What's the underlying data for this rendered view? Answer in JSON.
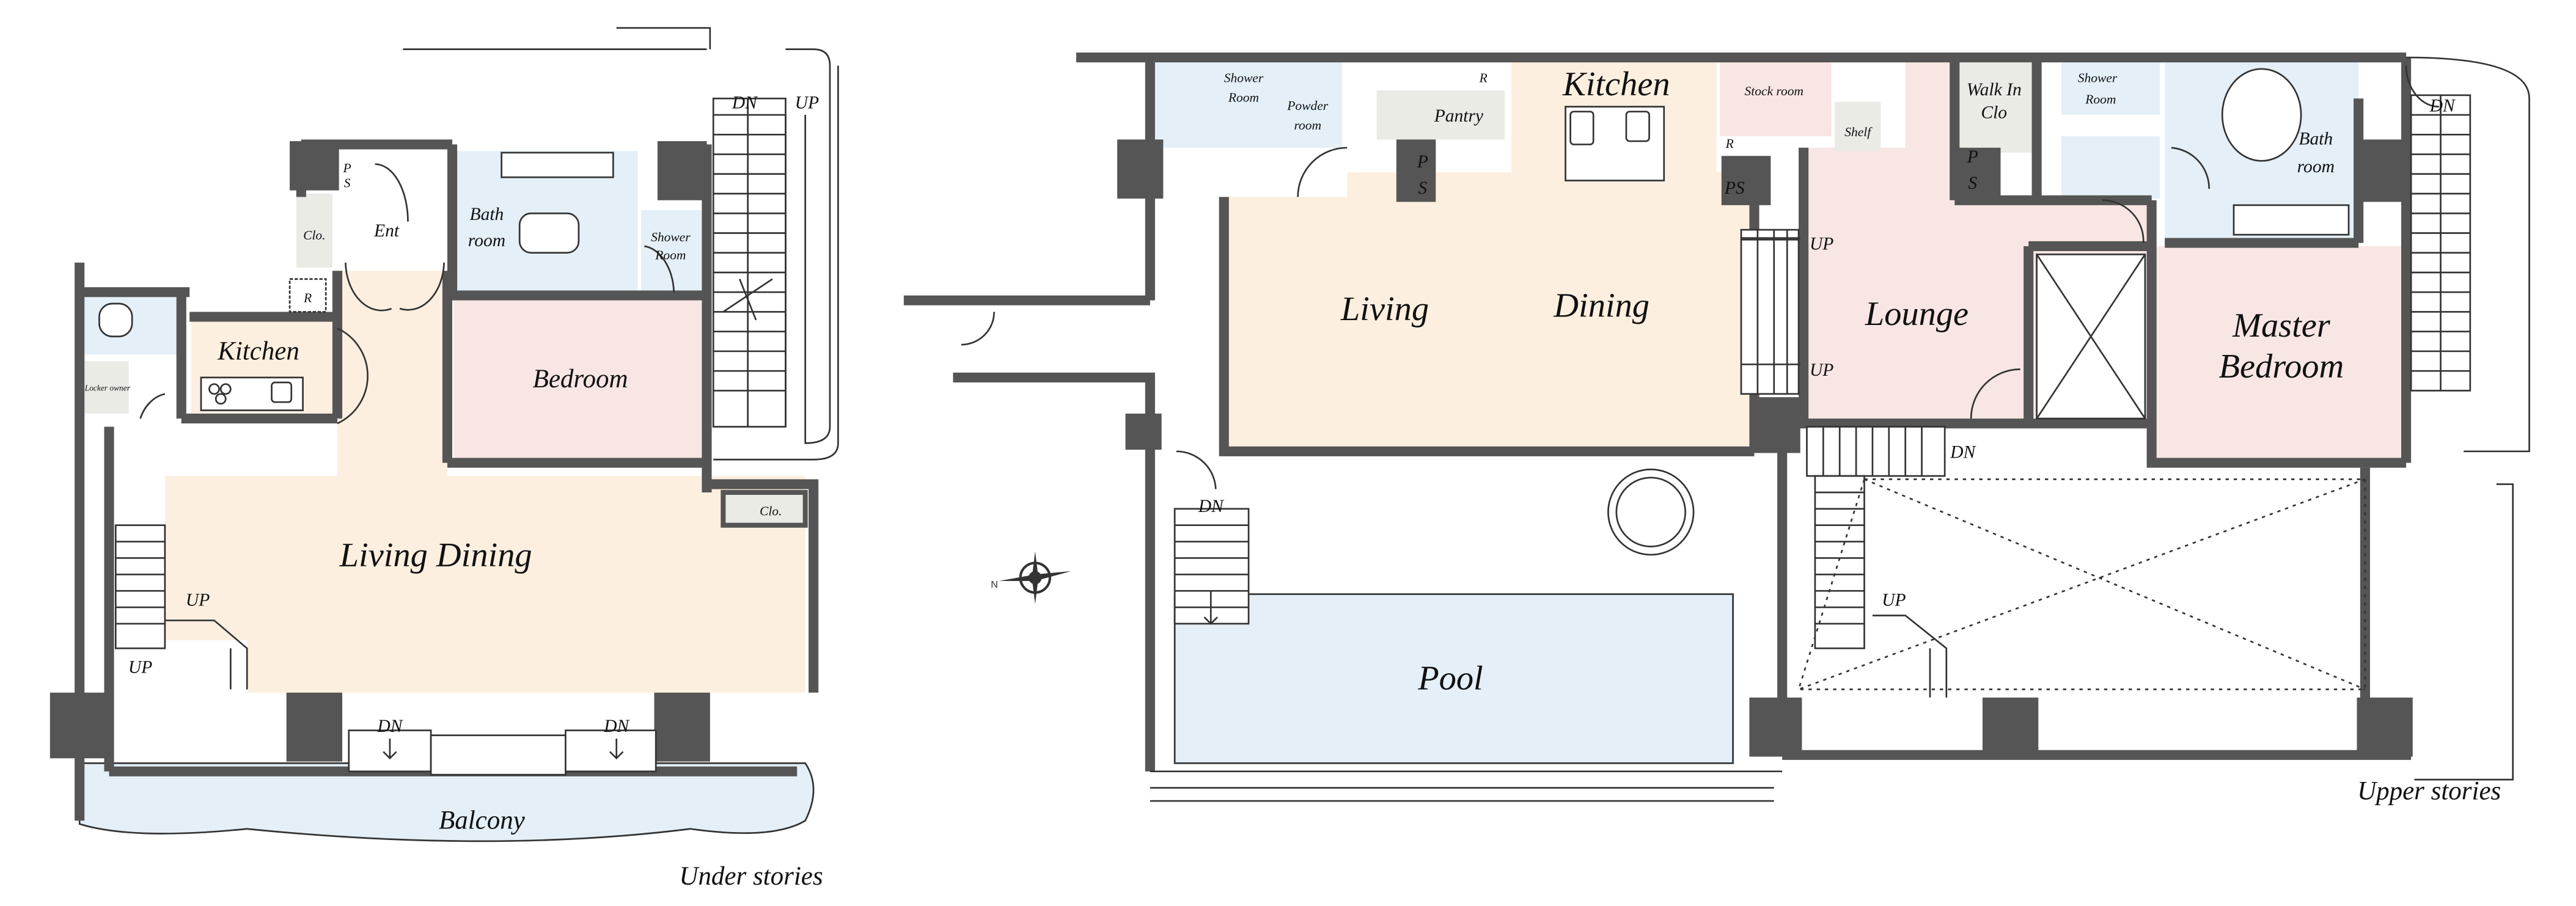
{
  "plans": {
    "under": {
      "caption": "Under stories",
      "rooms": {
        "living_dining": "Living Dining",
        "kitchen": "Kitchen",
        "bedroom": "Bedroom",
        "bath_line1": "Bath",
        "bath_line2": "room",
        "shower_line1": "Shower",
        "shower_line2": "Room",
        "entrance": "Ent",
        "closet": "Clo.",
        "closet2": "Clo.",
        "locker": "Locker owner",
        "balcony": "Balcony",
        "ps_p": "P",
        "ps_s": "S",
        "fridge": "R"
      },
      "stairs": {
        "dn_top": "DN",
        "up_top": "UP",
        "up1": "UP",
        "up2": "UP",
        "dn1": "DN",
        "dn2": "DN"
      }
    },
    "upper": {
      "caption": "Upper stories",
      "rooms": {
        "living": "Living",
        "dining": "Dining",
        "kitchen": "Kitchen",
        "lounge": "Lounge",
        "master_line1": "Master",
        "master_line2": "Bedroom",
        "bath_line1": "Bath",
        "bath_line2": "room",
        "shower_left_line1": "Shower",
        "shower_left_line2": "Room",
        "powder_line1": "Powder",
        "powder_line2": "room",
        "pantry": "Pantry",
        "stock": "Stock room",
        "shelf": "Shelf",
        "walkin_line1": "Walk In",
        "walkin_line2": "Clo",
        "shower_right_line1": "Shower",
        "shower_right_line2": "Room",
        "pool": "Pool",
        "ps": "PS",
        "p": "P",
        "s": "S",
        "fridge": "R"
      },
      "stairs": {
        "up1": "UP",
        "up2": "UP",
        "dn_mid": "DN",
        "up_low": "UP",
        "dn_pool": "DN",
        "dn_right": "DN"
      }
    }
  },
  "colors": {
    "wall": "#555555",
    "living": "#fcefdf",
    "bedroom": "#f8e6e4",
    "wet": "#e4eff7",
    "closet": "#ebebe6",
    "pool": "#e4eff7"
  },
  "icons": [
    "compass-icon"
  ]
}
